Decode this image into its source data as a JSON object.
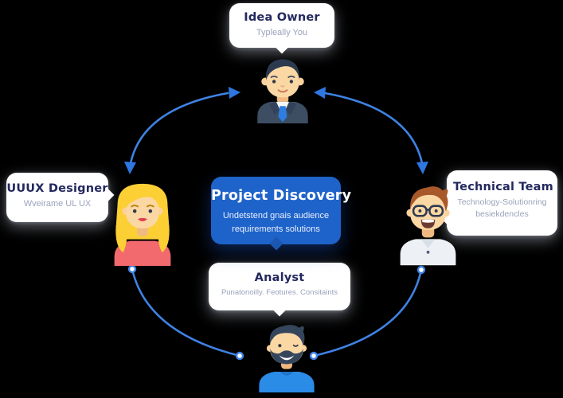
{
  "diagram": {
    "center": {
      "title": "Project Discovery",
      "subtitle": "Undetstend gnais audience requirements solutions"
    },
    "top": {
      "title": "Idea Owner",
      "subtitle": "Typleally You"
    },
    "left": {
      "title": "UUUX Designer",
      "subtitle": "Wveirame UL UX"
    },
    "right": {
      "title": "Technical Team",
      "subtitle": "Technology-Solutionring besiekdencles"
    },
    "bottom": {
      "title": "Analyst",
      "subtitle": "Punatonoilly. Feotures. Consitaints"
    },
    "avatars": {
      "top": "businessman-in-dark-suit-blue-tie",
      "left": "blonde-woman-in-coral-top",
      "right": "red-haired-man-with-glasses-white-coat",
      "bottom": "bearded-man-in-blue-tshirt-winking"
    },
    "colors": {
      "center_box": "#1e63c9",
      "arrow": "#3f82e3",
      "title_text": "#23295e",
      "subtitle_text": "#9aa3bb",
      "bubble_bg": "#ffffff",
      "background": "#000000"
    }
  }
}
